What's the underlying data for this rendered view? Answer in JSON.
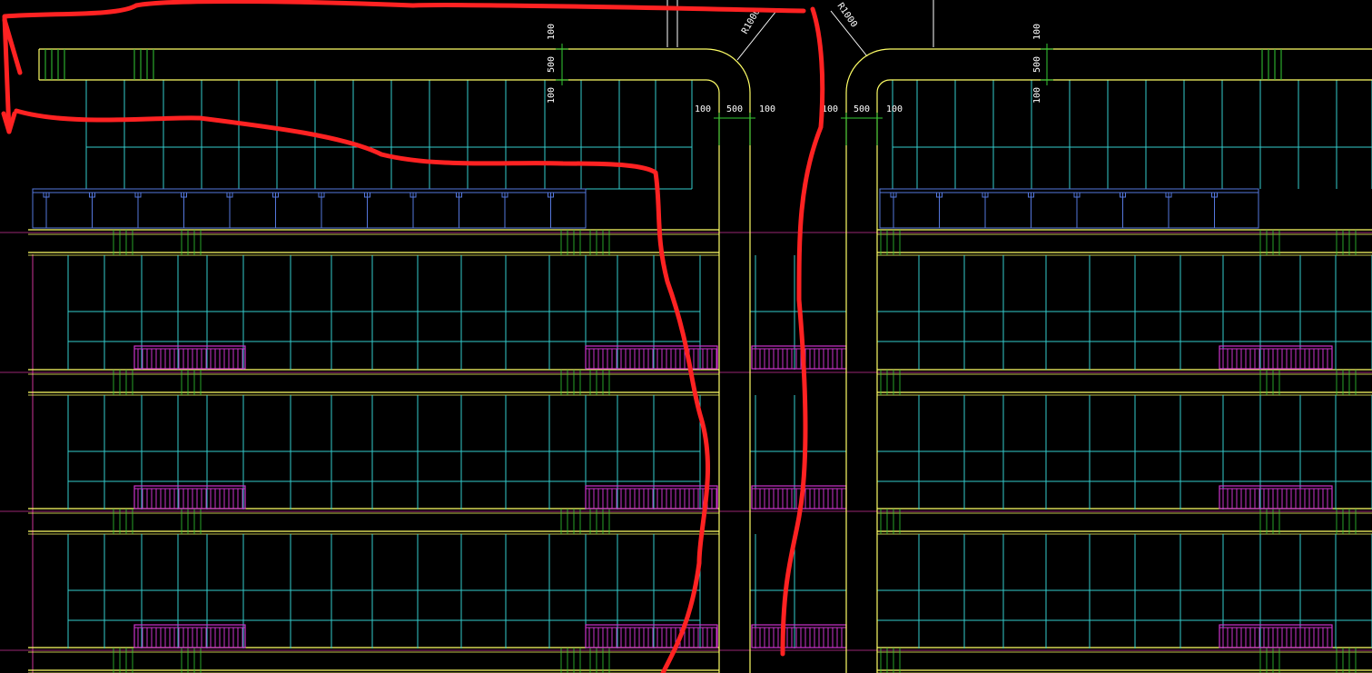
{
  "drawing": {
    "colors": {
      "background": "#000000",
      "road_edge": "#ffff66",
      "grid": "#33cccc",
      "railing": "#cc33cc",
      "dimension": "#33cc33",
      "canopy": "#5577dd",
      "reference_line": "#cc3399",
      "markup": "#ff2222",
      "text": "#ffffff"
    },
    "dimensions": {
      "top_left_stack": [
        "100",
        "500",
        "100"
      ],
      "top_right_stack": [
        "100",
        "500",
        "100"
      ],
      "mid_left_row": [
        "100",
        "500",
        "100"
      ],
      "mid_right_row": [
        "100",
        "500",
        "100"
      ]
    },
    "radius_labels": {
      "left": "R1000",
      "right": "R1000"
    },
    "floors_visible": 3
  }
}
